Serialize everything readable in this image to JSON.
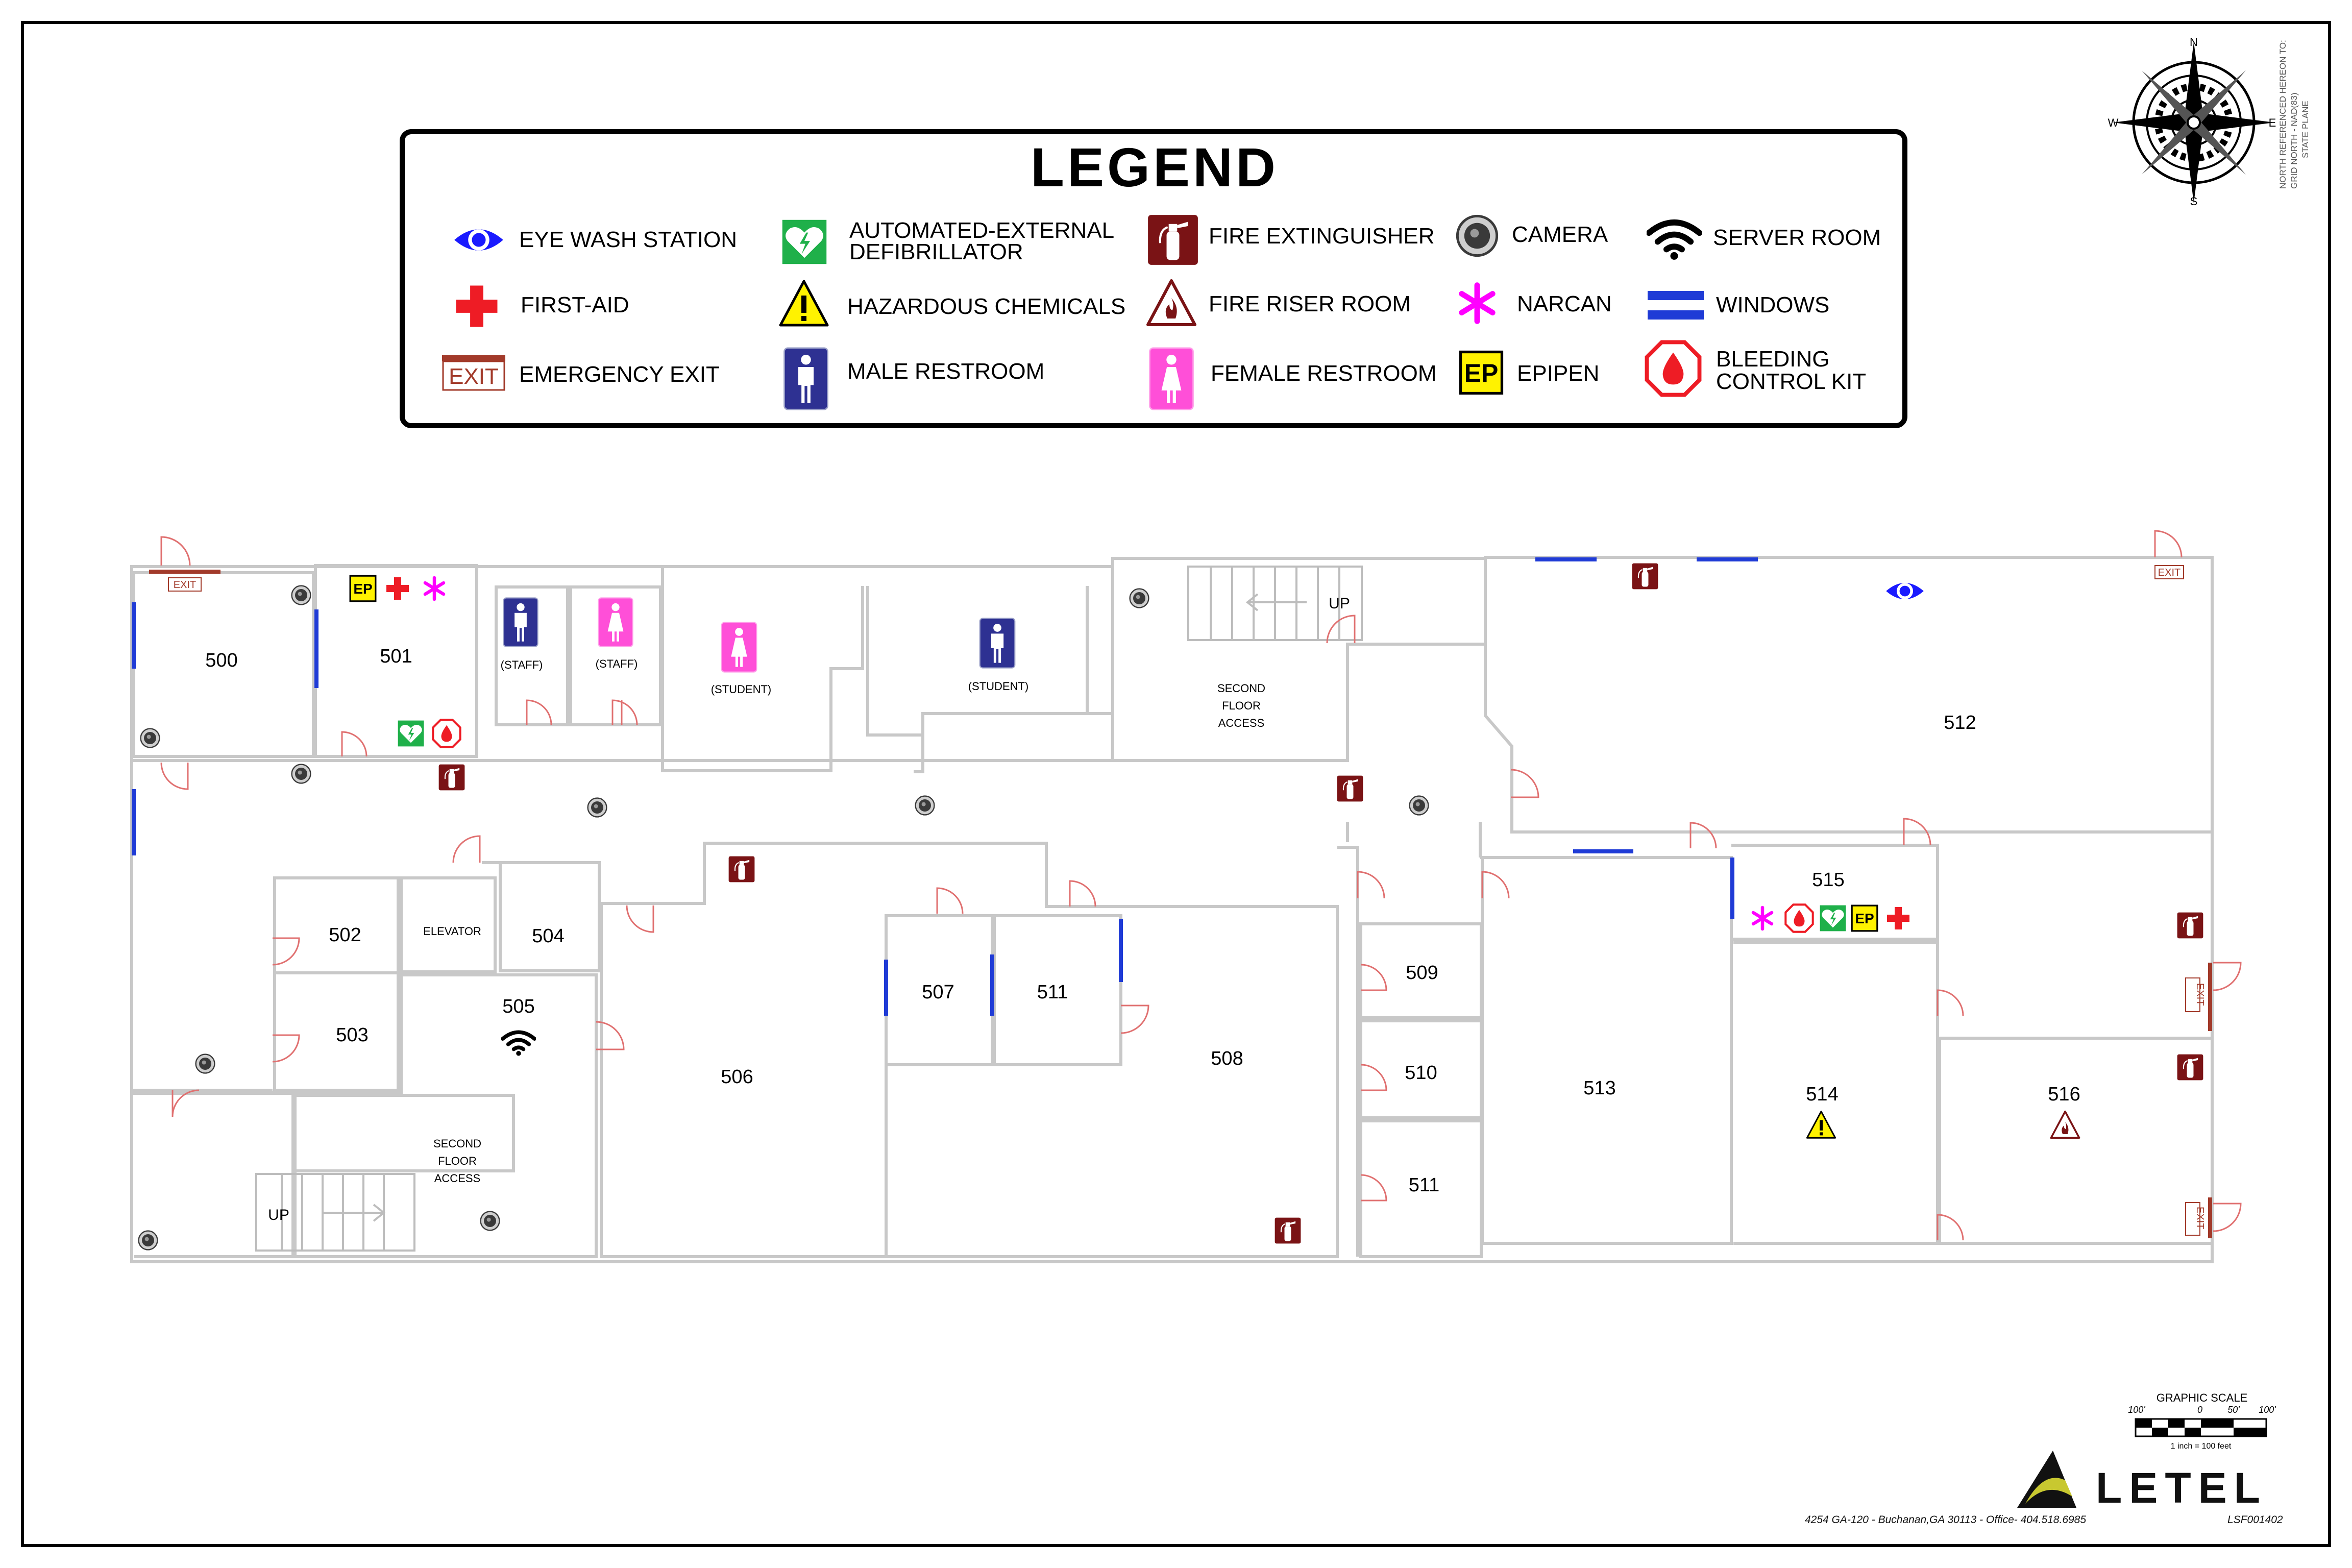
{
  "legend": {
    "title": "LEGEND",
    "items": {
      "eye_wash": "EYE WASH STATION",
      "first_aid": "FIRST-AID",
      "emergency_exit": "EMERGENCY EXIT",
      "aed_line1": "AUTOMATED-EXTERNAL",
      "aed_line2": "DEFIBRILLATOR",
      "hazardous": "HAZARDOUS CHEMICALS",
      "male_restroom": "MALE RESTROOM",
      "fire_extinguisher": "FIRE EXTINGUISHER",
      "fire_riser": "FIRE RISER ROOM",
      "female_restroom": "FEMALE RESTROOM",
      "camera": "CAMERA",
      "narcan": "NARCAN",
      "epipen": "EPIPEN",
      "server_room": "SERVER ROOM",
      "windows": "WINDOWS",
      "bleeding_line1": "BLEEDING",
      "bleeding_line2": "CONTROL KIT"
    },
    "exit_icon_text": "EXIT",
    "epipen_icon_text": "EP"
  },
  "rooms": {
    "r500": "500",
    "r501": "501",
    "r502": "502",
    "r503": "503",
    "r504": "504",
    "r505": "505",
    "r506": "506",
    "r507": "507",
    "r508": "508",
    "r509": "509",
    "r510": "510",
    "r511_small": "511",
    "r511_mid": "511",
    "r512": "512",
    "r513": "513",
    "r514": "514",
    "r515": "515",
    "r516": "516",
    "elevator": "ELEVATOR"
  },
  "labels": {
    "staff": "(STAFF)",
    "student": "(STUDENT)",
    "second_floor_1": "SECOND",
    "second_floor_2": "FLOOR",
    "second_floor_3": "ACCESS",
    "up": "UP",
    "exit": "EXIT",
    "ep": "EP"
  },
  "compass": {
    "n": "N",
    "s": "S",
    "e": "E",
    "w": "W",
    "note_line1": "NORTH REFERENCED HEREON TO:",
    "note_line2": "GRID NORTH - NAD(83)",
    "note_line3": "STATE PLANE"
  },
  "scale": {
    "title": "GRAPHIC  SCALE",
    "t1": "100'",
    "t2": "0",
    "t3": "50'",
    "t4": "100'",
    "note": "1  inch  =  100  feet"
  },
  "footer": {
    "company": "LETEL",
    "address": "4254 GA-120 - Buchanan,GA 30113 - Office- 404.518.6985",
    "drawing_no": "LSF001402"
  },
  "colors": {
    "eye_wash": "#1a1aff",
    "first_aid": "#ee1c25",
    "exit": "#a23a2a",
    "aed": "#1fb04a",
    "hazard": "#fff200",
    "male": "#2e3192",
    "fire_ext": "#7a1315",
    "female": "#ff4fd8",
    "narcan": "#ff00ff",
    "epipen": "#fff200",
    "window": "#1f3bd6",
    "bleeding": "#ee1c25"
  }
}
